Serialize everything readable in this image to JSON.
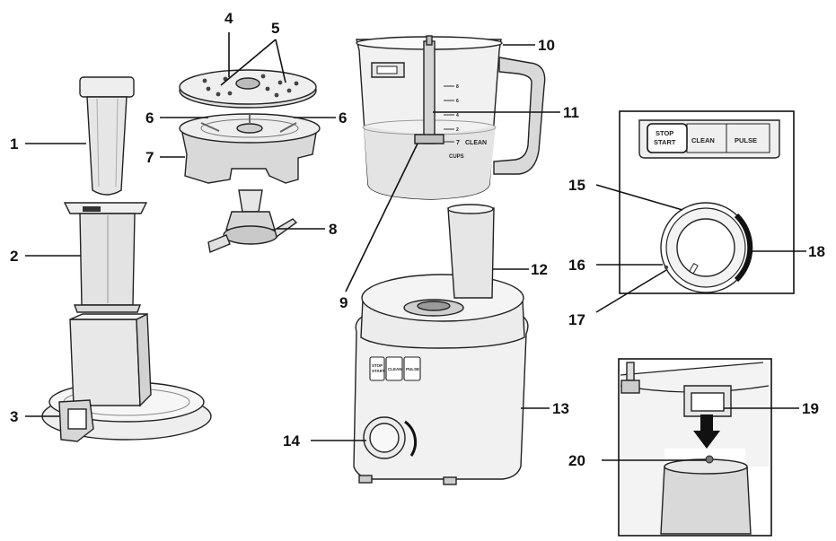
{
  "callouts": [
    "1",
    "2",
    "3",
    "4",
    "5",
    "6",
    "7",
    "8",
    "9",
    "10",
    "11",
    "12",
    "13",
    "14",
    "15",
    "16",
    "17",
    "18",
    "19",
    "20"
  ],
  "panel_buttons": {
    "stop": "STOP",
    "start": "START",
    "clean": "CLEAN",
    "pulse": "PULSE"
  },
  "base_buttons": {
    "stop": "STOP",
    "start": "START",
    "clean": "CLEAN",
    "pulse": "PULSE"
  },
  "bowl_marks": {
    "level": "7",
    "clean": "CLEAN",
    "cups": "CUPS",
    "ticks": [
      "8",
      "6",
      "4",
      "2"
    ]
  },
  "colors": {
    "line": "#111111",
    "light_fill": "#eeeeee",
    "mid_fill": "#d9d9d9",
    "dark_fill": "#bfbfbf",
    "dial_arc": "#111111"
  }
}
